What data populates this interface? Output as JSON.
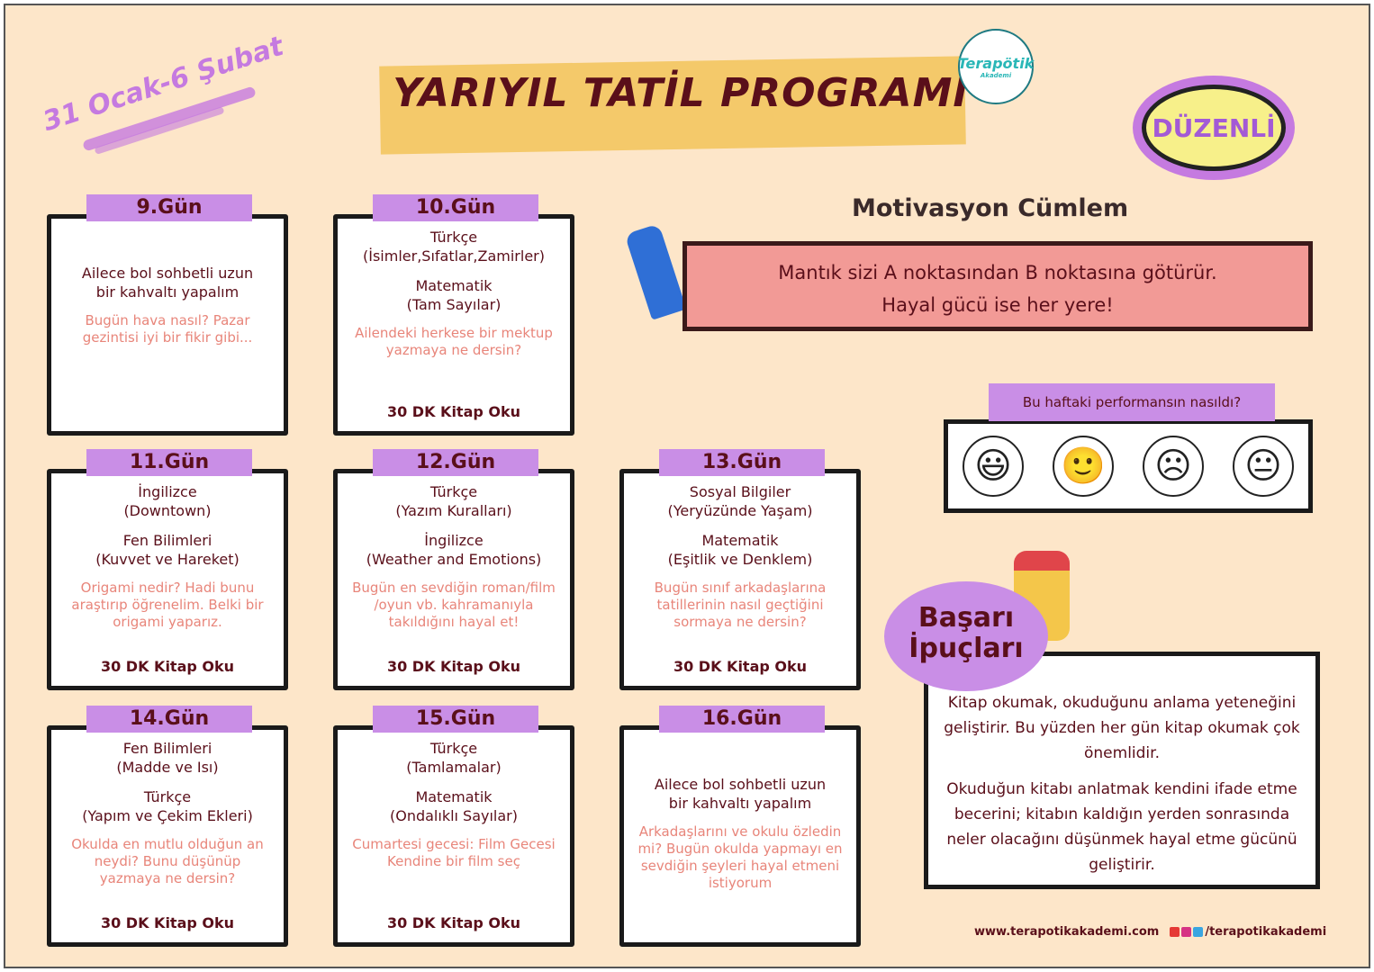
{
  "header": {
    "date": "31 Ocak-6 Şubat",
    "title": "YARIYIL TATİL PROGRAMI",
    "logo": "Terapötik",
    "logo_sub": "Akademi",
    "badge": "DÜZENLİ"
  },
  "cards": [
    {
      "day": "9.Gün",
      "subjects": [
        {
          "name": "Ailece bol sohbetli uzun",
          "topic": "bir kahvaltı yapalım"
        }
      ],
      "note": "Bugün hava nasıl? Pazar gezintisi iyi bir fikir gibi...",
      "read": ""
    },
    {
      "day": "10.Gün",
      "subjects": [
        {
          "name": "Türkçe",
          "topic": "(İsimler,Sıfatlar,Zamirler)"
        },
        {
          "name": "Matematik",
          "topic": "(Tam Sayılar)"
        }
      ],
      "note": "Ailendeki herkese bir mektup yazmaya ne dersin?",
      "read": "30 DK Kitap Oku"
    },
    {
      "day": "11.Gün",
      "subjects": [
        {
          "name": "İngilizce",
          "topic": "(Downtown)"
        },
        {
          "name": "Fen Bilimleri",
          "topic": "(Kuvvet ve Hareket)"
        }
      ],
      "note": "Origami nedir? Hadi bunu araştırıp öğrenelim. Belki bir origami yaparız.",
      "read": "30 DK Kitap Oku"
    },
    {
      "day": "12.Gün",
      "subjects": [
        {
          "name": "Türkçe",
          "topic": "(Yazım Kuralları)"
        },
        {
          "name": "İngilizce",
          "topic": "(Weather and Emotions)"
        }
      ],
      "note": "Bugün en sevdiğin roman/film /oyun vb. kahramanıyla takıldığını hayal et!",
      "read": "30 DK Kitap Oku"
    },
    {
      "day": "13.Gün",
      "subjects": [
        {
          "name": "Sosyal Bilgiler",
          "topic": "(Yeryüzünde Yaşam)"
        },
        {
          "name": "Matematik",
          "topic": "(Eşitlik ve Denklem)"
        }
      ],
      "note": "Bugün sınıf arkadaşlarına tatillerinin nasıl geçtiğini sormaya ne dersin?",
      "read": "30 DK Kitap Oku"
    },
    {
      "day": "14.Gün",
      "subjects": [
        {
          "name": "Fen Bilimleri",
          "topic": "(Madde ve Isı)"
        },
        {
          "name": "Türkçe",
          "topic": "(Yapım ve Çekim Ekleri)"
        }
      ],
      "note": "Okulda en mutlu olduğun an neydi? Bunu düşünüp yazmaya ne dersin?",
      "read": "30 DK Kitap Oku"
    },
    {
      "day": "15.Gün",
      "subjects": [
        {
          "name": "Türkçe",
          "topic": "(Tamlamalar)"
        },
        {
          "name": "Matematik",
          "topic": "(Ondalıklı Sayılar)"
        }
      ],
      "note": "Cumartesi gecesi: Film Gecesi Kendine bir film seç",
      "read": "30 DK Kitap Oku"
    },
    {
      "day": "16.Gün",
      "subjects": [
        {
          "name": "Ailece bol sohbetli uzun",
          "topic": "bir kahvaltı yapalım"
        }
      ],
      "note": "Arkadaşlarını ve okulu özledin mi? Bugün okulda yapmayı en sevdiğin şeyleri hayal etmeni istiyorum",
      "read": ""
    }
  ],
  "motivation": {
    "title": "Motivasyon Cümlem",
    "line1": "Mantık sizi A noktasından B noktasına götürür.",
    "line2": "Hayal gücü ise her yere!"
  },
  "performance": {
    "question": "Bu haftaki performansın nasıldı?",
    "faces": [
      "😃",
      "🙂",
      "☹",
      "😐"
    ]
  },
  "tips": {
    "title1": "Başarı",
    "title2": "İpuçları",
    "p1": "Kitap okumak, okuduğunu anlama yeteneğini geliştirir. Bu yüzden her gün kitap okumak çok önemlidir.",
    "p2": "Okuduğun kitabı anlatmak kendini ifade etme becerini; kitabın kaldığın yerden sonrasında neler olacağını düşünmek hayal etme gücünü geliştirir."
  },
  "footer": {
    "website": "www.terapotikakademi.com",
    "social": "/terapotikakademi"
  }
}
